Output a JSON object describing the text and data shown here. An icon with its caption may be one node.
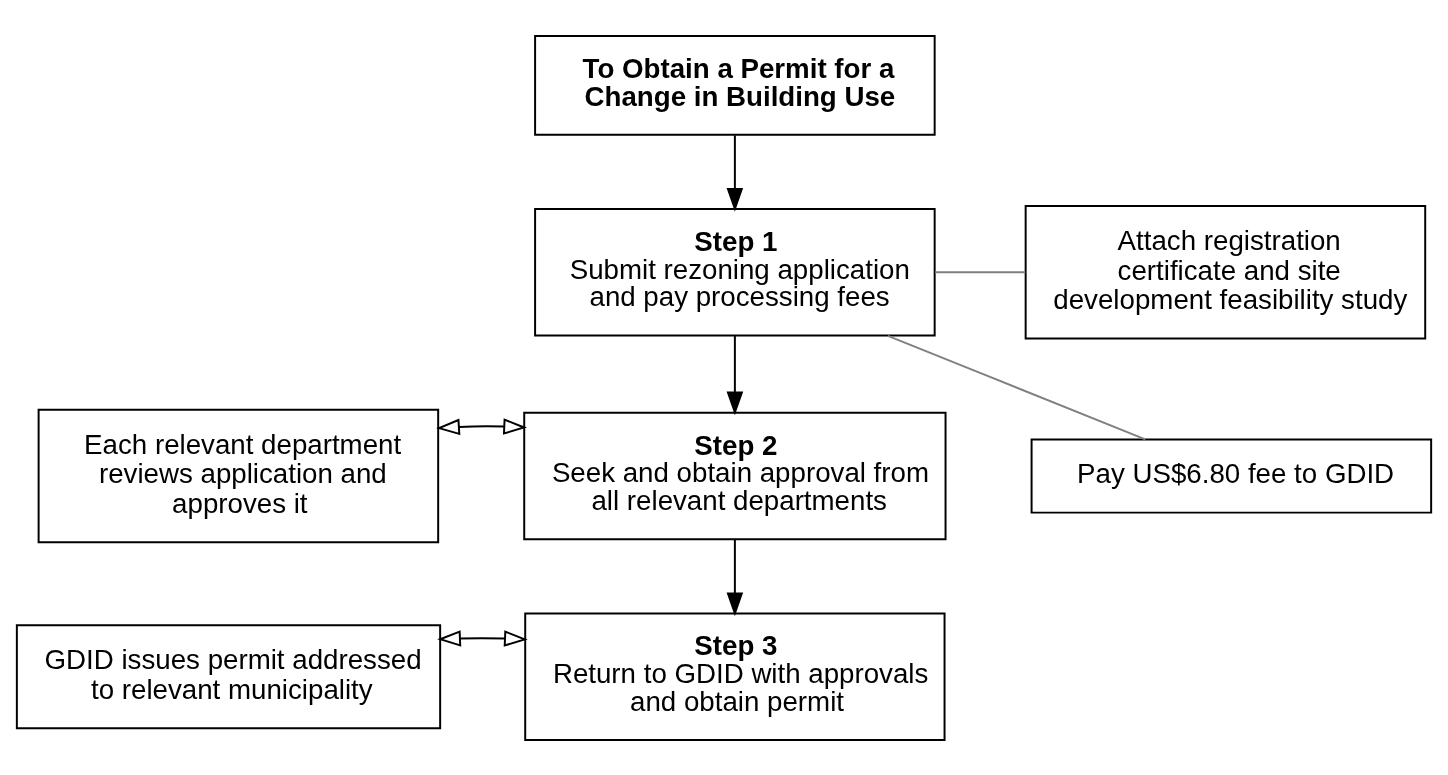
{
  "diagram": {
    "nodes": [
      {
        "text": [
          "To Obtain a Permit for a Change in Building Use"
        ]
      },
      {
        "text": [
          "Step 1",
          "Submit rezoning application and pay processing fees"
        ]
      },
      {
        "text": [
          "Attach registration certificate and site development feasibility study"
        ]
      },
      {
        "text": [
          "Pay US$6.80 fee to GDID"
        ]
      },
      {
        "text": [
          "Each relevant department reviews application and approves it"
        ]
      },
      {
        "text": [
          "Step 2",
          "Seek and obtain approval from all relevant departments"
        ]
      },
      {
        "text": [
          "GDID issues permit addressed to relevant municipality"
        ]
      },
      {
        "text": [
          "Step 3",
          "Return to GDID with approvals and obtain permit"
        ]
      }
    ],
    "edges": [
      {
        "from": 0,
        "to": 1,
        "arrow": "to"
      },
      {
        "from": 1,
        "to": 2,
        "arrow": "none",
        "color": "#808080"
      },
      {
        "from": 1,
        "to": 3,
        "arrow": "none",
        "color": "#808080"
      },
      {
        "from": 1,
        "to": 5,
        "arrow": "to"
      },
      {
        "from": 4,
        "to": 5,
        "arrow": "both"
      },
      {
        "from": 5,
        "to": 7,
        "arrow": "to"
      },
      {
        "from": 6,
        "to": 7,
        "arrow": "both"
      }
    ]
  }
}
